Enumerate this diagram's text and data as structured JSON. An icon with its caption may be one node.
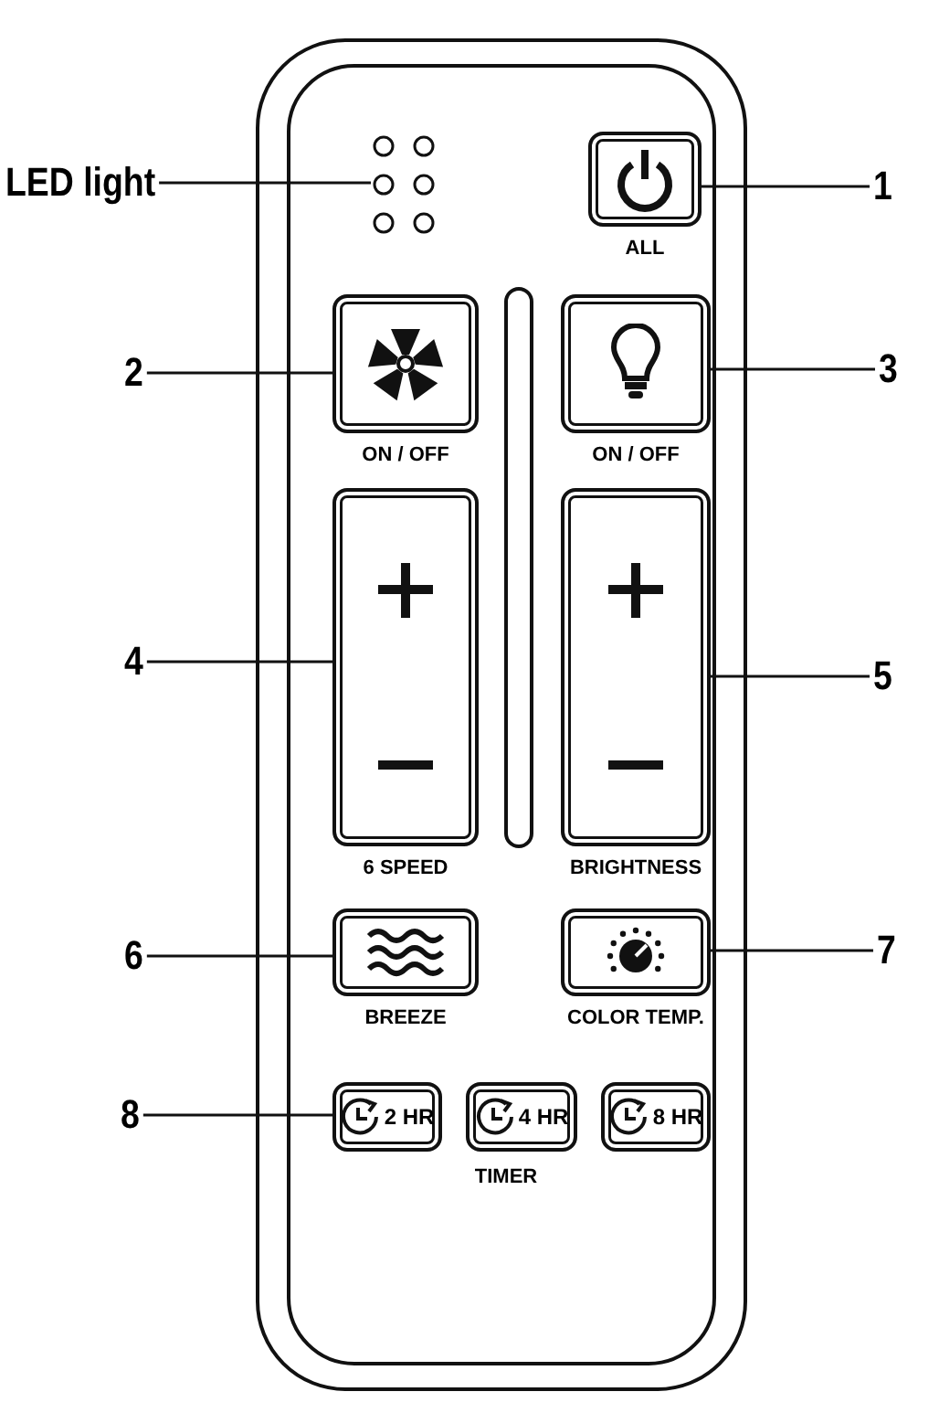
{
  "diagram": {
    "nodes": [
      {
        "text": [
          "LED light"
        ]
      },
      {
        "text": [],
        "shape": "circle"
      },
      {
        "text": [
          "1"
        ]
      },
      {
        "text": [],
        "shape": "box",
        "beside": [
          "ALL"
        ]
      },
      {
        "text": [
          "2"
        ]
      },
      {
        "text": [],
        "shape": "box",
        "beside": [
          "ON / OFF"
        ]
      },
      {
        "text": [
          "3"
        ]
      },
      {
        "text": [],
        "shape": "box",
        "beside": [
          "ON / OFF"
        ]
      },
      {
        "text": [
          "4"
        ]
      },
      {
        "text": [],
        "shape": "box",
        "beside": [
          "6 SPEED"
        ]
      },
      {
        "text": [
          "5"
        ]
      },
      {
        "text": [],
        "shape": "box",
        "beside": [
          "BRIGHTNESS"
        ]
      },
      {
        "text": [
          "6"
        ]
      },
      {
        "text": [],
        "shape": "box",
        "beside": [
          "BREEZE"
        ]
      },
      {
        "text": [
          "7"
        ]
      },
      {
        "text": [],
        "shape": "box",
        "beside": [
          "COLOR TEMP."
        ]
      },
      {
        "text": [
          "8"
        ]
      },
      {
        "text": [
          "2 HR"
        ]
      },
      {
        "text": [
          "4 HR"
        ]
      },
      {
        "text": [
          "8 HR"
        ]
      }
    ],
    "edges": [
      {
        "from": 0,
        "to": 1,
        "arrow": "none"
      },
      {
        "from": 2,
        "to": 3,
        "arrow": "none"
      },
      {
        "from": 4,
        "to": 5,
        "arrow": "none"
      },
      {
        "from": 6,
        "to": 7,
        "arrow": "none"
      },
      {
        "from": 8,
        "to": 9,
        "arrow": "none"
      },
      {
        "from": 10,
        "to": 11,
        "arrow": "none"
      },
      {
        "from": 12,
        "to": 13,
        "arrow": "none"
      },
      {
        "from": 14,
        "to": 15,
        "arrow": "none"
      },
      {
        "from": 16,
        "to": 17,
        "arrow": "none"
      }
    ],
    "labels": [
      "TIMER"
    ]
  }
}
